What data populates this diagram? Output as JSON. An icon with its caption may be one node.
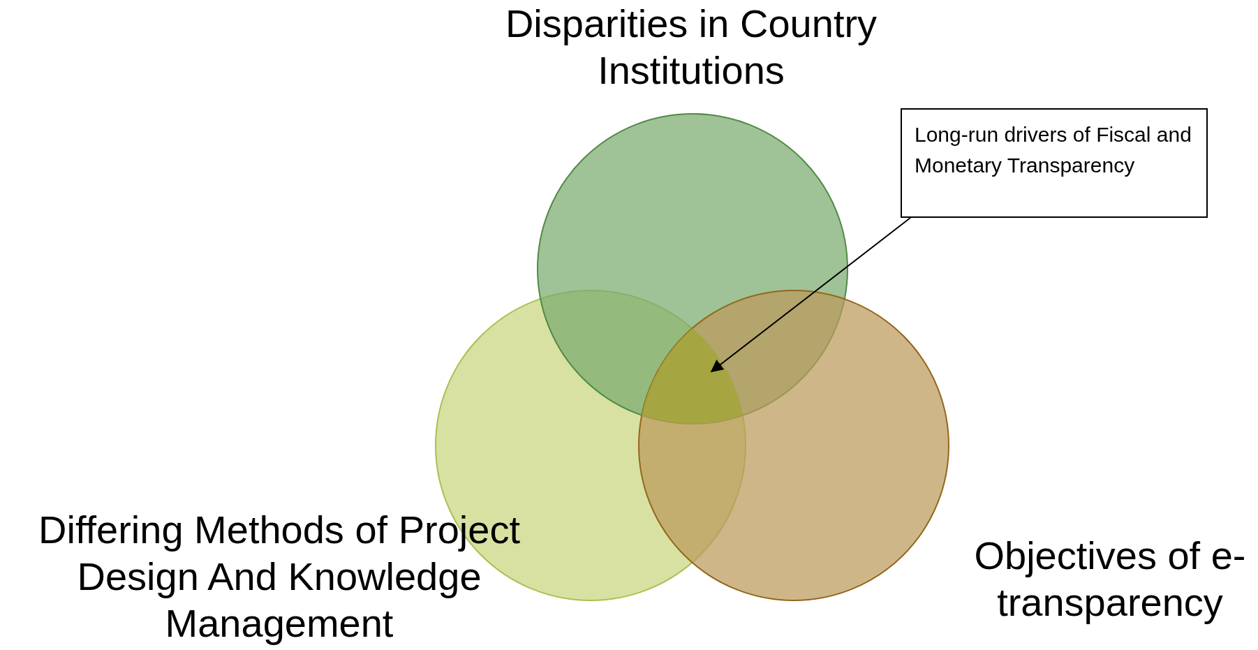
{
  "diagram": {
    "nodes": [
      {
        "text": [
          "Disparities in Country Institutions"
        ]
      },
      {
        "text": [
          "Differing Methods of Project Design And Knowledge Management"
        ]
      },
      {
        "text": [
          "Objectives of e-transparency"
        ]
      },
      {
        "text": [
          "Long-run drivers of Fiscal and Monetary Transparency"
        ]
      },
      {
        "text": [],
        "shape": "circle"
      }
    ],
    "edges": [
      {
        "from": 3,
        "to": 4,
        "arrow": "to"
      }
    ]
  }
}
